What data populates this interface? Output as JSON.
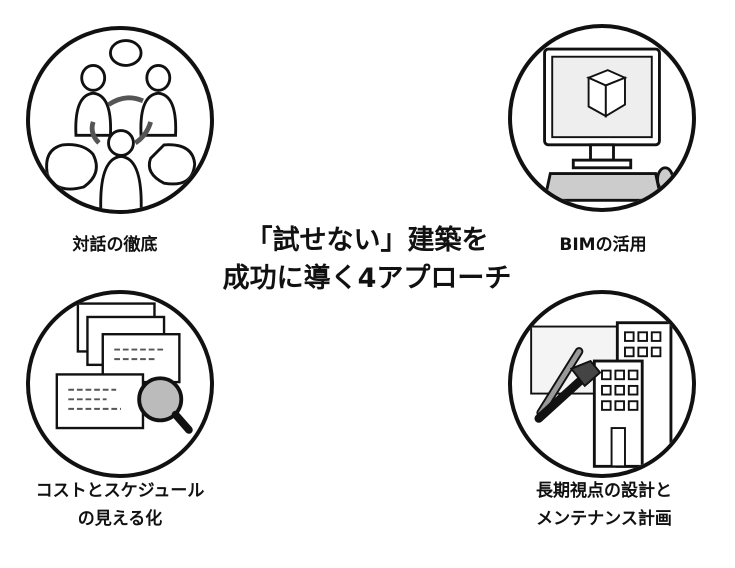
{
  "title": {
    "line1": "「試せない」建築を",
    "line2": "成功に導く4アプローチ"
  },
  "approaches": [
    {
      "icon": "dialogue-people-icon",
      "lines": [
        "対話の徹底"
      ]
    },
    {
      "icon": "bim-computer-icon",
      "lines": [
        "BIMの活用"
      ]
    },
    {
      "icon": "documents-magnifier-icon",
      "lines": [
        "コストとスケジュール",
        "の見える化"
      ]
    },
    {
      "icon": "buildings-tools-icon",
      "lines": [
        "長期視点の設計と",
        "メンテナンス計画"
      ]
    }
  ]
}
